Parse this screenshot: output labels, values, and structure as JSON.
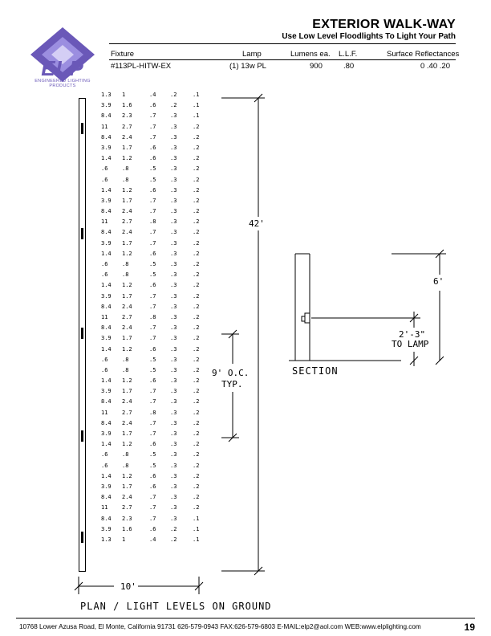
{
  "logo": {
    "letters": "ELP",
    "sub_line1": "ENGINEERED LIGHTING",
    "sub_line2": "PRODUCTS",
    "color": "#6a58b8"
  },
  "header": {
    "title": "EXTERIOR WALK-WAY",
    "subtitle": "Use Low Level Floodlights To Light Your Path"
  },
  "specs": {
    "fixture_label": "Fixture",
    "lamp_label": "Lamp",
    "lumens_label": "Lumens ea.",
    "llf_label": "L.L.F.",
    "reflect_label": "Surface Reflectances",
    "fixture_value": "#113PL-HITW-EX",
    "lamp_value": "(1) 13w PL",
    "lumens_value": "900",
    "llf_value": ".80",
    "reflect_value": "0 .40 .20"
  },
  "grid_rows": [
    [
      "1.3",
      "1",
      ".4",
      ".2",
      ".1"
    ],
    [
      "3.9",
      "1.6",
      ".6",
      ".2",
      ".1"
    ],
    [
      "8.4",
      "2.3",
      ".7",
      ".3",
      ".1"
    ],
    [
      "11",
      "2.7",
      ".7",
      ".3",
      ".2"
    ],
    [
      "8.4",
      "2.4",
      ".7",
      ".3",
      ".2"
    ],
    [
      "3.9",
      "1.7",
      ".6",
      ".3",
      ".2"
    ],
    [
      "1.4",
      "1.2",
      ".6",
      ".3",
      ".2"
    ],
    [
      ".6",
      ".8",
      ".5",
      ".3",
      ".2"
    ],
    [
      ".6",
      ".8",
      ".5",
      ".3",
      ".2"
    ],
    [
      "1.4",
      "1.2",
      ".6",
      ".3",
      ".2"
    ],
    [
      "3.9",
      "1.7",
      ".7",
      ".3",
      ".2"
    ],
    [
      "8.4",
      "2.4",
      ".7",
      ".3",
      ".2"
    ],
    [
      "11",
      "2.7",
      ".8",
      ".3",
      ".2"
    ],
    [
      "8.4",
      "2.4",
      ".7",
      ".3",
      ".2"
    ],
    [
      "3.9",
      "1.7",
      ".7",
      ".3",
      ".2"
    ],
    [
      "1.4",
      "1.2",
      ".6",
      ".3",
      ".2"
    ],
    [
      ".6",
      ".8",
      ".5",
      ".3",
      ".2"
    ],
    [
      ".6",
      ".8",
      ".5",
      ".3",
      ".2"
    ],
    [
      "1.4",
      "1.2",
      ".6",
      ".3",
      ".2"
    ],
    [
      "3.9",
      "1.7",
      ".7",
      ".3",
      ".2"
    ],
    [
      "8.4",
      "2.4",
      ".7",
      ".3",
      ".2"
    ],
    [
      "11",
      "2.7",
      ".8",
      ".3",
      ".2"
    ],
    [
      "8.4",
      "2.4",
      ".7",
      ".3",
      ".2"
    ],
    [
      "3.9",
      "1.7",
      ".7",
      ".3",
      ".2"
    ],
    [
      "1.4",
      "1.2",
      ".6",
      ".3",
      ".2"
    ],
    [
      ".6",
      ".8",
      ".5",
      ".3",
      ".2"
    ],
    [
      ".6",
      ".8",
      ".5",
      ".3",
      ".2"
    ],
    [
      "1.4",
      "1.2",
      ".6",
      ".3",
      ".2"
    ],
    [
      "3.9",
      "1.7",
      ".7",
      ".3",
      ".2"
    ],
    [
      "8.4",
      "2.4",
      ".7",
      ".3",
      ".2"
    ],
    [
      "11",
      "2.7",
      ".8",
      ".3",
      ".2"
    ],
    [
      "8.4",
      "2.4",
      ".7",
      ".3",
      ".2"
    ],
    [
      "3.9",
      "1.7",
      ".7",
      ".3",
      ".2"
    ],
    [
      "1.4",
      "1.2",
      ".6",
      ".3",
      ".2"
    ],
    [
      ".6",
      ".8",
      ".5",
      ".3",
      ".2"
    ],
    [
      ".6",
      ".8",
      ".5",
      ".3",
      ".2"
    ],
    [
      "1.4",
      "1.2",
      ".6",
      ".3",
      ".2"
    ],
    [
      "3.9",
      "1.7",
      ".6",
      ".3",
      ".2"
    ],
    [
      "8.4",
      "2.4",
      ".7",
      ".3",
      ".2"
    ],
    [
      "11",
      "2.7",
      ".7",
      ".3",
      ".2"
    ],
    [
      "8.4",
      "2.3",
      ".7",
      ".3",
      ".1"
    ],
    [
      "3.9",
      "1.6",
      ".6",
      ".2",
      ".1"
    ],
    [
      "1.3",
      "1",
      ".4",
      ".2",
      ".1"
    ]
  ],
  "drawing": {
    "total_length": "42'",
    "spacing_line1": "9' O.C.",
    "spacing_line2": "TYP.",
    "width": "10'",
    "plan_caption": "PLAN / LIGHT LEVELS ON GROUND",
    "section_caption": "SECTION",
    "section_height": "6'",
    "lamp_height_line1": "2'-3\"",
    "lamp_height_line2": "TO LAMP"
  },
  "footer": {
    "text": "10768 Lower Azusa Road, El Monte, California  91731  626-579-0943  FAX:626-579-6803  E-MAIL:elp2@aol.com  WEB:www.elplighting.com",
    "page": "19"
  }
}
